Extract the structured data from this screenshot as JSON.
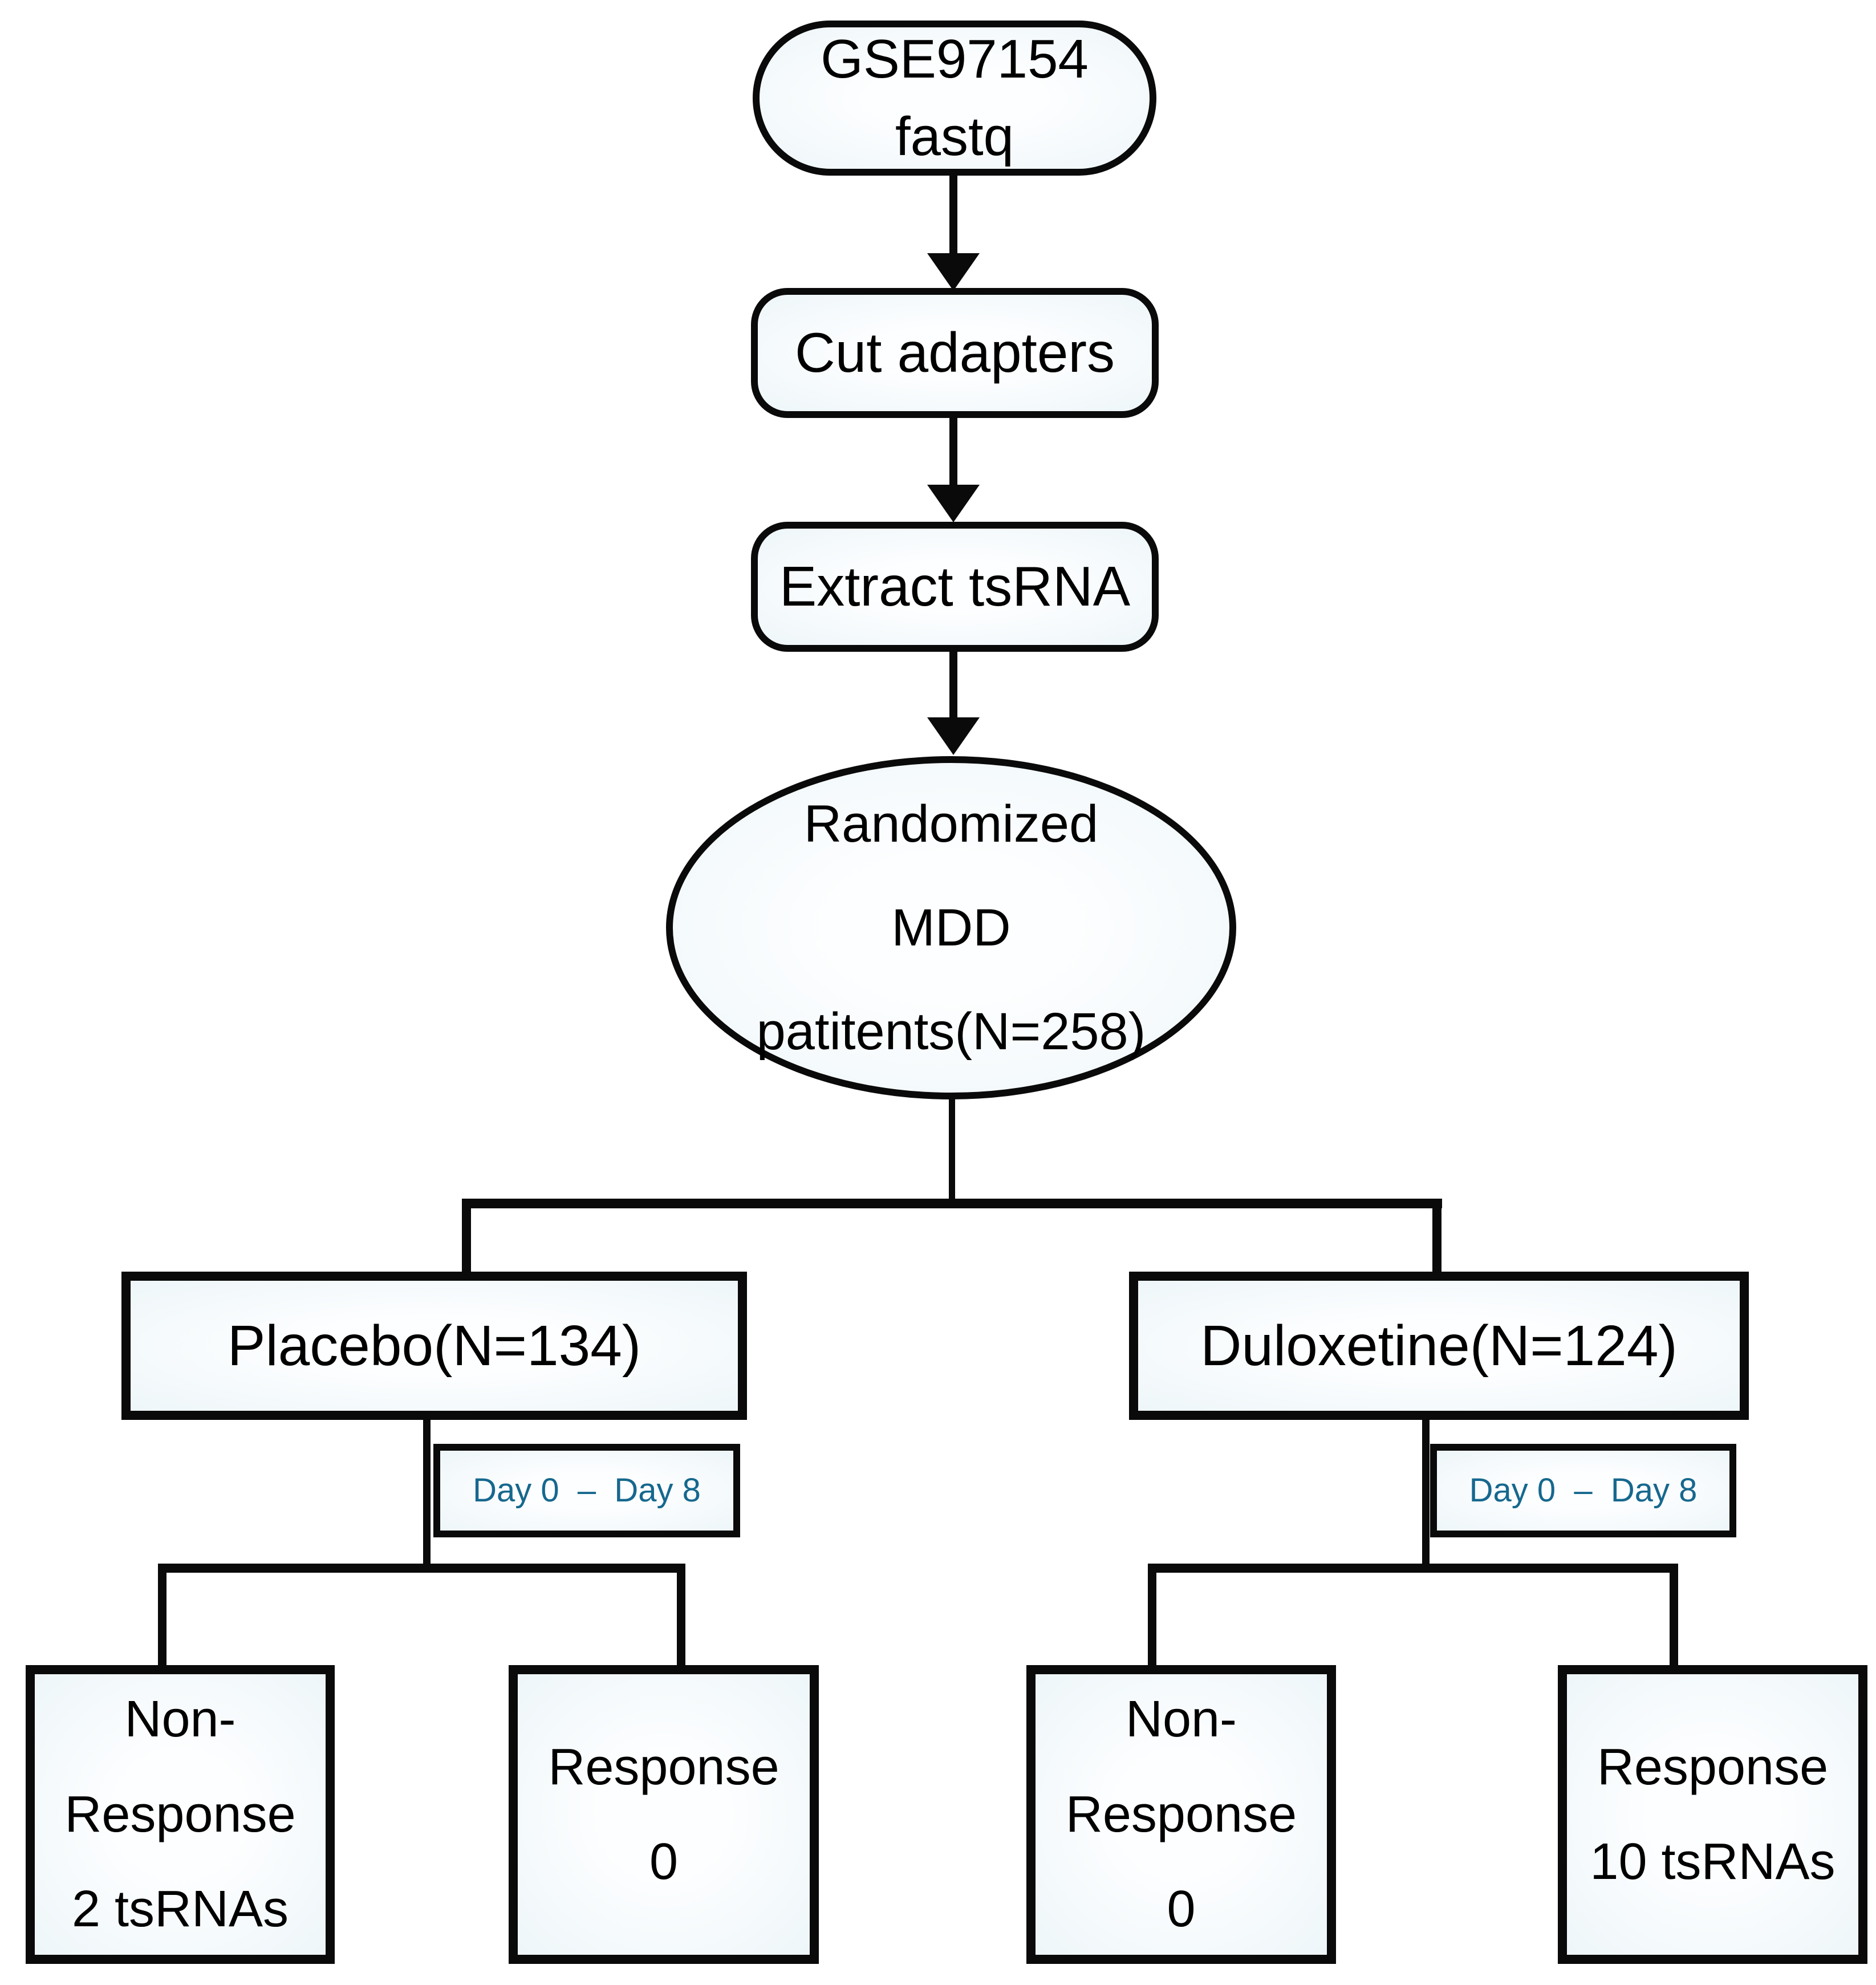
{
  "diagram": {
    "source": {
      "lines": [
        "GSE97154",
        "fastq"
      ]
    },
    "steps": [
      {
        "label": "Cut adapters"
      },
      {
        "label": "Extract tsRNA"
      }
    ],
    "randomized": {
      "lines": [
        "Randomized",
        "MDD",
        "patitents(N=258)"
      ]
    },
    "arms": {
      "placebo": {
        "label": "Placebo(N=134)",
        "period": "Day 0  –  Day 8",
        "non_response": {
          "lines": [
            "Non-",
            "Response",
            "2 tsRNAs"
          ]
        },
        "response": {
          "lines": [
            "Response",
            "0"
          ]
        }
      },
      "duloxetine": {
        "label": "Duloxetine(N=124)",
        "period": "Day 0  –  Day 8",
        "non_response": {
          "lines": [
            "Non-",
            "Response",
            "0"
          ]
        },
        "response": {
          "lines": [
            "Response",
            "10 tsRNAs"
          ]
        }
      }
    },
    "colors": {
      "border": "#0a0a0a",
      "shape_fill": "#f2f9fb",
      "period_text": "#16688e",
      "text": "#000000"
    }
  }
}
